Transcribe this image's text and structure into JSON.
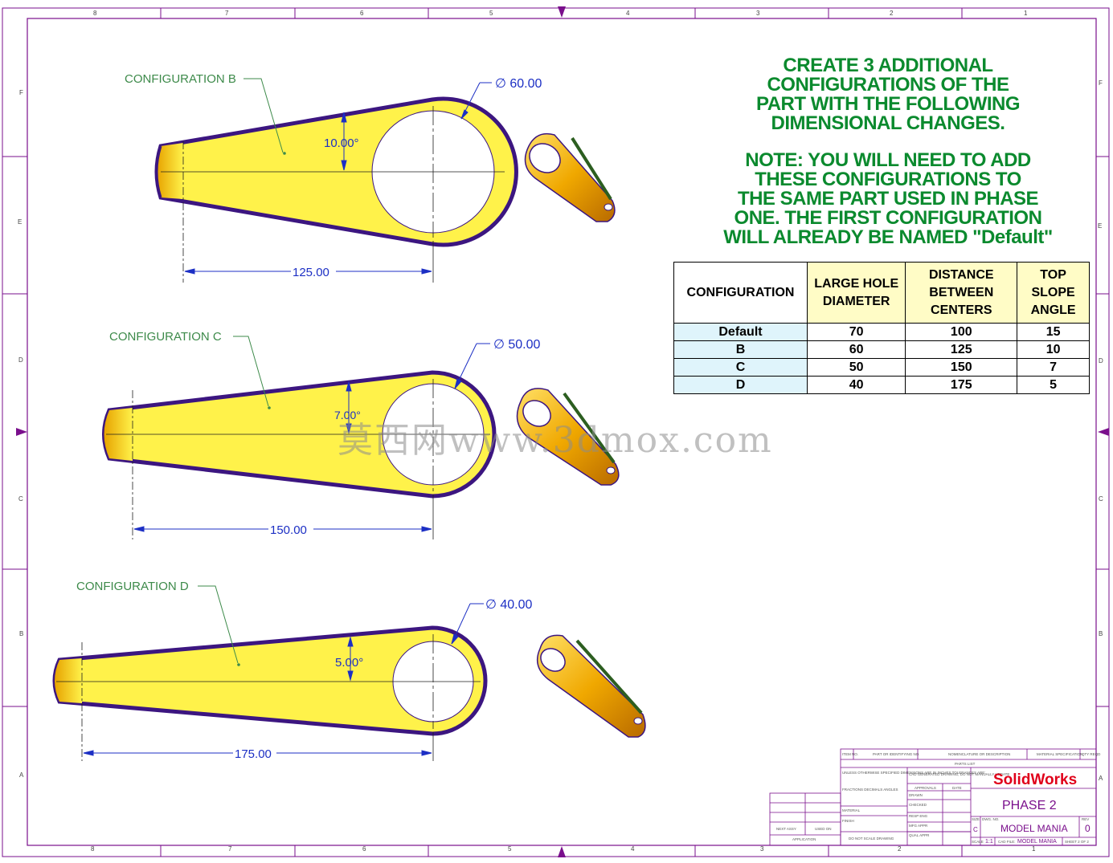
{
  "configurations": {
    "b": {
      "label": "CONFIGURATION B",
      "diameter": "∅ 60.00",
      "angle": "10.00°",
      "distance": "125.00"
    },
    "c": {
      "label": "CONFIGURATION C",
      "diameter": "∅ 50.00",
      "angle": "7.00°",
      "distance": "150.00"
    },
    "d": {
      "label": "CONFIGURATION D",
      "diameter": "∅ 40.00",
      "angle": "5.00°",
      "distance": "175.00"
    }
  },
  "note": {
    "line1": "CREATE 3 ADDITIONAL",
    "line2": "CONFIGURATIONS OF THE",
    "line3": "PART WITH THE FOLLOWING",
    "line4": "DIMENSIONAL CHANGES.",
    "line5": "NOTE: YOU WILL NEED TO ADD",
    "line6": "THESE CONFIGURATIONS TO",
    "line7": "THE SAME PART USED IN PHASE",
    "line8": "ONE.  THE FIRST CONFIGURATION",
    "line9": "WILL ALREADY BE NAMED \"Default\""
  },
  "table": {
    "headers": [
      "CONFIGURATION",
      "LARGE HOLE DIAMETER",
      "DISTANCE BETWEEN CENTERS",
      "TOP SLOPE ANGLE"
    ],
    "rows": [
      [
        "Default",
        "70",
        "100",
        "15"
      ],
      [
        "B",
        "60",
        "125",
        "10"
      ],
      [
        "C",
        "50",
        "150",
        "7"
      ],
      [
        "D",
        "40",
        "175",
        "5"
      ]
    ]
  },
  "border": {
    "top_numbers": [
      "8",
      "7",
      "6",
      "5",
      "4",
      "3",
      "2",
      "1"
    ],
    "bottom_numbers": [
      "8",
      "7",
      "6",
      "5",
      "4",
      "3",
      "2",
      "1"
    ],
    "side_letters": [
      "F",
      "E",
      "D",
      "C",
      "B",
      "A"
    ]
  },
  "title_block": {
    "company": "SolidWorks",
    "title": "PHASE 2",
    "dwg_no": "MODEL MANIA",
    "rev": "0",
    "size": "C",
    "cad_file": "MODEL MANIA",
    "scale": "1:1",
    "sheet": "SHEET 2 OF 2",
    "parts_list": "PARTS LIST",
    "item_qty": "ITEM NO.",
    "part_no": "PART OR IDENTIFYING NO.",
    "nomenclature": "NOMENCLATURE OR DESCRIPTION",
    "material_spec": "MATERIAL SPECIFICATION",
    "qty_reqd": "QTY REQD",
    "tolerance_note": "UNLESS OTHERWISE SPECIFIED DIMENSIONS ARE IN INCHES TOLERANCES ARE:",
    "tolerance_values": "FRACTIONS  DECIMALS  ANGLES",
    "cad_note": "CAD GENERATED DRAWING, DO NOT MANUALLY UPDATE",
    "approvals": "APPROVALS",
    "date": "DATE",
    "drawn": "DRAWN",
    "checked": "CHECKED",
    "material": "MATERIAL",
    "finish": "FINISH",
    "do_not_scale": "DO NOT SCALE DRAWING",
    "next_assy": "NEXT ASSY",
    "used_on": "USED ON",
    "application": "APPLICATION",
    "size_label": "SIZE",
    "dwg_no_label": "DWG. NO.",
    "rev_label": "REV",
    "scale_label": "SCALE",
    "cad_file_label": "CAD FILE:",
    "eng_appr": "ENG APPR",
    "mfg_appr": "MFG APPR",
    "qual_appr": "QUAL APPR",
    "resp_eng": "RESP ENG"
  },
  "watermark": "莫西网www.3dmox.com",
  "colors": {
    "border": "#7a0f8c",
    "part_fill": "#fff24a",
    "part_edge": "#3c1680",
    "dimension": "#1c2fc4",
    "label_green": "#3d8a4a",
    "note_green": "#0b8a2e",
    "table_header": "#fffcc6",
    "table_first_col": "#dff4fb",
    "solidworks_red": "#e0001a"
  }
}
